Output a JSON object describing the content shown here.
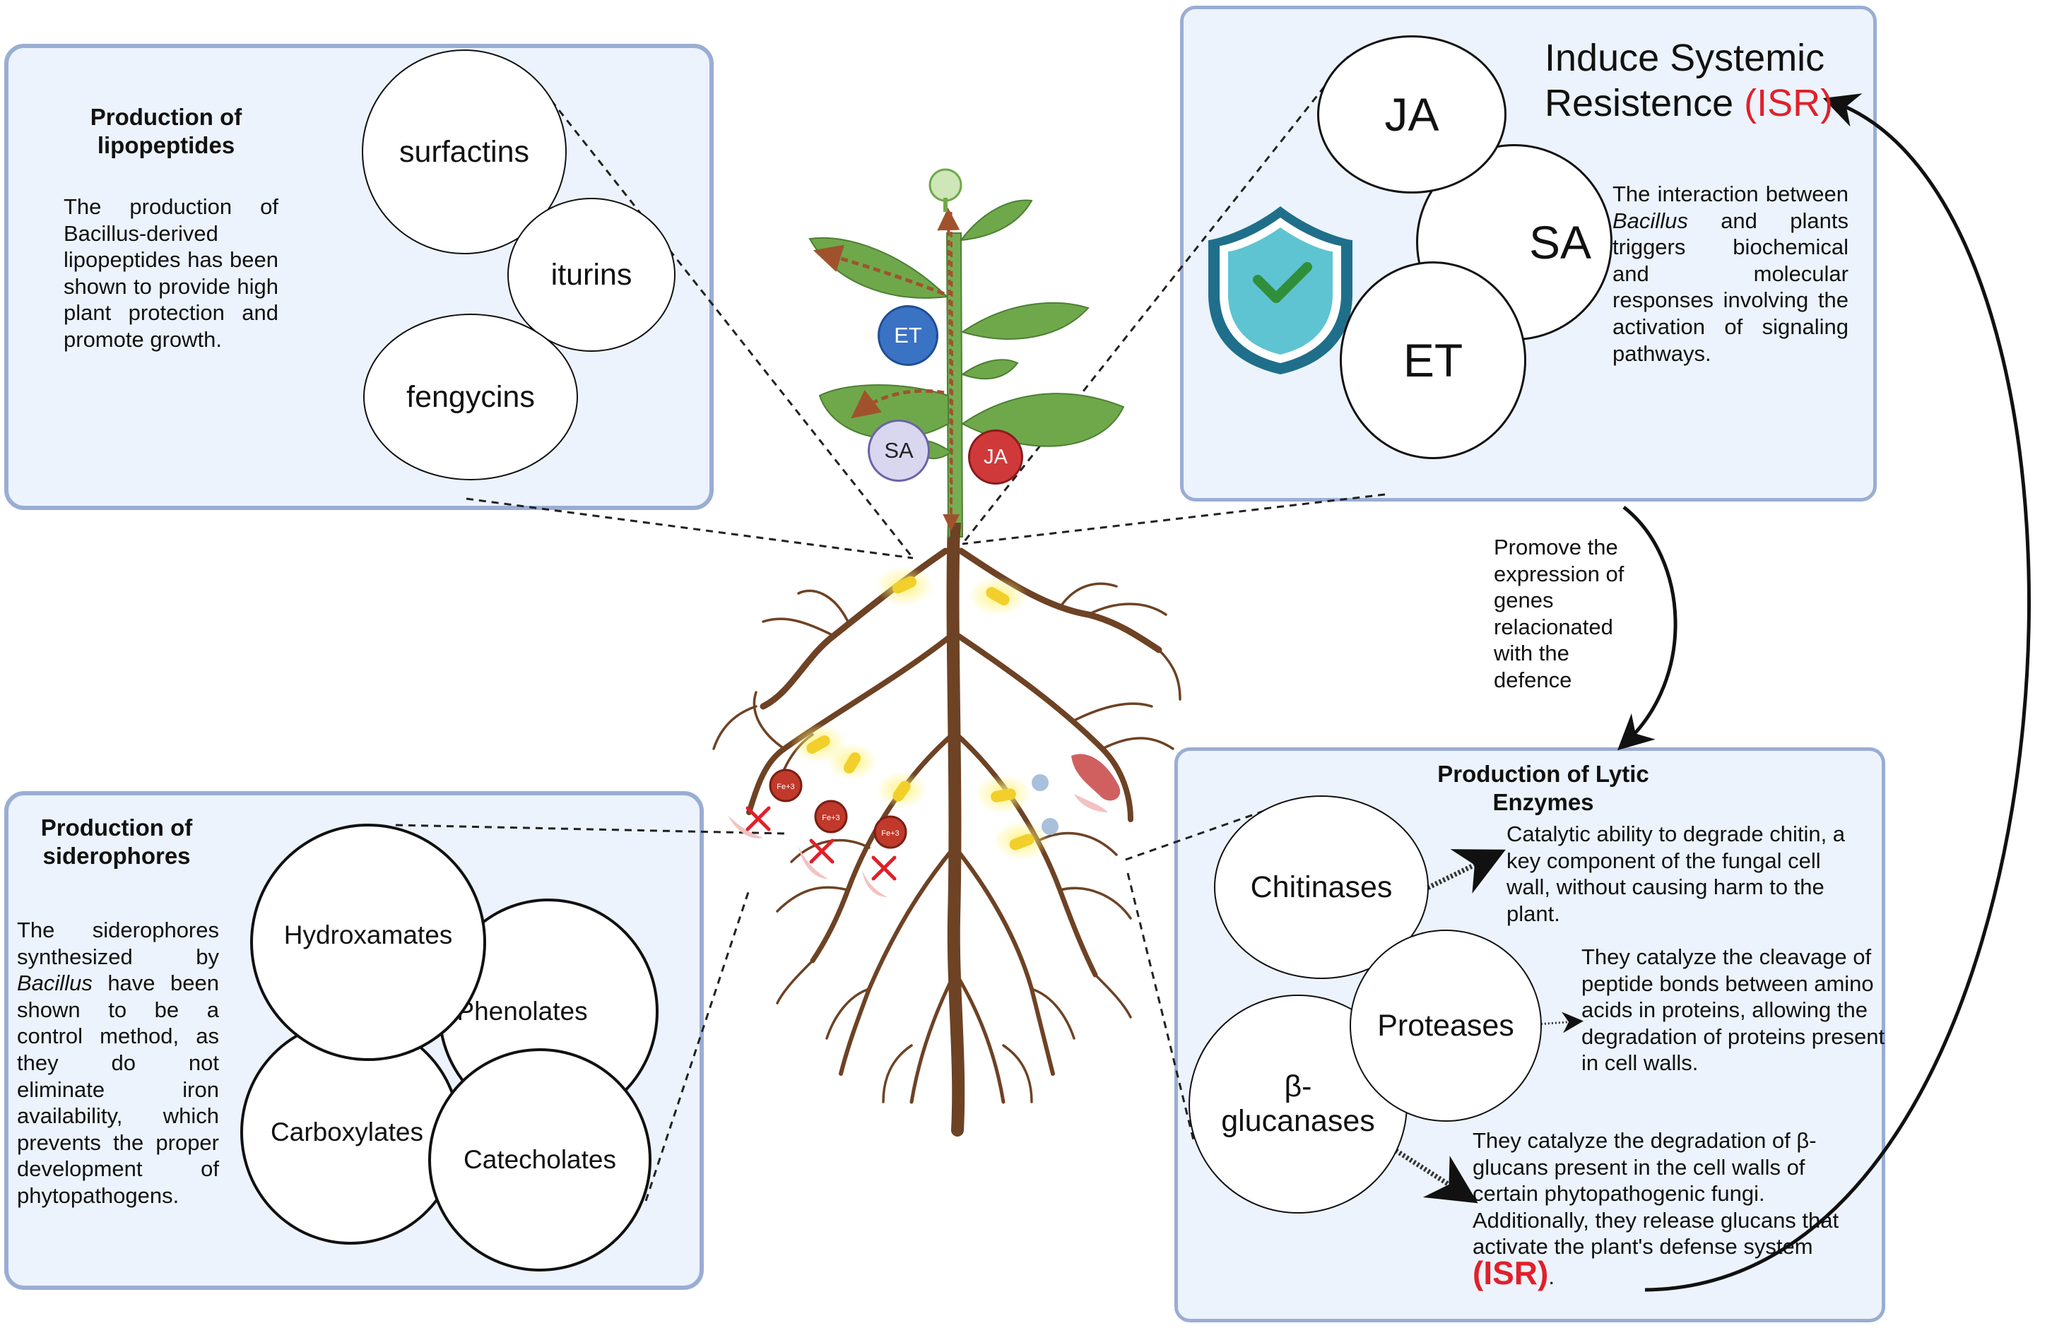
{
  "lipopeptides": {
    "title_line1": "Production of",
    "title_line2": "lipopeptides",
    "description": "The production of Bacillus-derived lipopeptides has been shown to provide high plant protection and promote growth.",
    "items": [
      "surfactins",
      "iturins",
      "fengycins"
    ]
  },
  "isr": {
    "title_line1": "Induce Systemic",
    "title_line2_prefix": "Resistence",
    "title_line2_highlight": "(ISR)",
    "description_prefix": "The interaction between",
    "description_italic": "Bacillus",
    "description_suffix": "and plants triggers biochemical and molecular responses involving the activation of signaling pathways.",
    "hormones": [
      "JA",
      "SA",
      "ET"
    ]
  },
  "plant_badges": [
    "ET",
    "SA",
    "JA"
  ],
  "iron_label": "Fe+3",
  "promote_text": "Promove the expression of genes relacionated with the defence",
  "siderophores": {
    "title_line1": "Production of",
    "title_line2": "siderophores",
    "description_prefix": "The siderophores synthesized by",
    "description_italic": "Bacillus",
    "description_suffix": "have been shown to be a control method, as they do not eliminate iron availability, which prevents the proper development of phytopathogens.",
    "items": [
      "Hydroxamates",
      "Phenolates",
      "Carboxylates",
      "Catecholates"
    ]
  },
  "lytic": {
    "title_line1": "Production of Lytic",
    "title_line2": "Enzymes",
    "enzymes": [
      "Chitinases",
      "Proteases",
      "β-glucanases"
    ],
    "beta_line1": "β-",
    "beta_line2": "glucanases",
    "chitinases_text": "Catalytic ability to degrade chitin, a key component of the fungal cell wall, without causing harm to the plant.",
    "proteases_text": "They catalyze the cleavage of peptide bonds between amino acids in proteins, allowing the degradation of proteins present in cell walls.",
    "glucanases_text": "They catalyze the degradation of β-glucans present in the cell walls of certain phytopathogenic fungi. Additionally, they release glucans that activate the plant's defense",
    "glucanases_text_end": "system",
    "glucanases_highlight": "(ISR)",
    "glucanases_period": "."
  },
  "colors": {
    "panel_fill": "#ecf3fc",
    "panel_border": "#9aadd3",
    "accent_red": "#e0202a",
    "et_badge": "#3a72c4",
    "sa_badge": "#d9d6f0",
    "ja_badge": "#d0393a",
    "stem": "#76ad52",
    "leaf": "#6fa84a",
    "root": "#6e4224",
    "shield": "#1f6f8b",
    "shield_fill": "#5ec4d2",
    "check": "#2f8f3a",
    "bacteria": "#f2cf2a"
  }
}
